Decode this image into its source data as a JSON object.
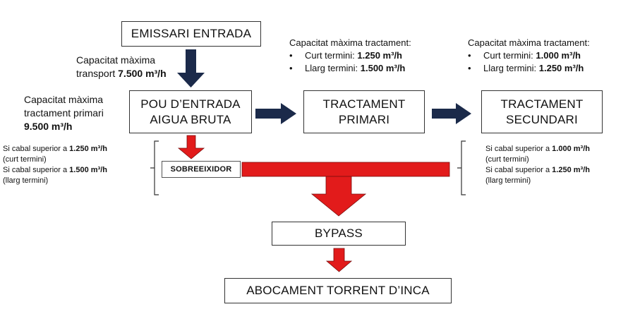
{
  "colors": {
    "navy": "#1b2a4a",
    "red": "#e21b1b",
    "border": "#333333"
  },
  "boxes": {
    "emissari": "EMISSARI ENTRADA",
    "pou": "POU D’ENTRADA\nAIGUA BRUTA",
    "primari": "TRACTAMENT\nPRIMARI",
    "secundari": "TRACTAMENT\nSECUNDARI",
    "sobreeixidor": "SOBREEIXIDOR",
    "bypass": "BYPASS",
    "abocament": "ABOCAMENT TORRENT D’INCA"
  },
  "transport": {
    "line1": "Capacitat màxima",
    "line2_prefix": "transport ",
    "line2_value": "7.500 m³/h"
  },
  "primari_cap": {
    "line1": "Capacitat màxima",
    "line2": "tractament primari",
    "value": "9.500 m³/h"
  },
  "primari_treatment": {
    "heading": "Capacitat màxima tractament:",
    "curt_label": "Curt termini: ",
    "curt_value": "1.250 m³/h",
    "llarg_label": "Llarg termini: ",
    "llarg_value": "1.500 m³/h",
    "bullet": "•"
  },
  "secundari_treatment": {
    "heading": "Capacitat màxima tractament:",
    "curt_label": "Curt termini: ",
    "curt_value": "1.000 m³/h",
    "llarg_label": "Llarg termini: ",
    "llarg_value": "1.250 m³/h",
    "bullet": "•"
  },
  "left_notes": {
    "a_prefix": "Si cabal superior a ",
    "a_value": "1.250 m³/h",
    "a_term": "(curt termini)",
    "b_prefix": "Si cabal superior a ",
    "b_value": "1.500 m³/h",
    "b_term": "(llarg termini)"
  },
  "right_notes": {
    "a_prefix": "Si cabal superior a ",
    "a_value": "1.000 m³/h",
    "a_term": "(curt termini)",
    "b_prefix": "Si cabal superior a ",
    "b_value": "1.250 m³/h",
    "b_term": "(llarg termini)"
  }
}
